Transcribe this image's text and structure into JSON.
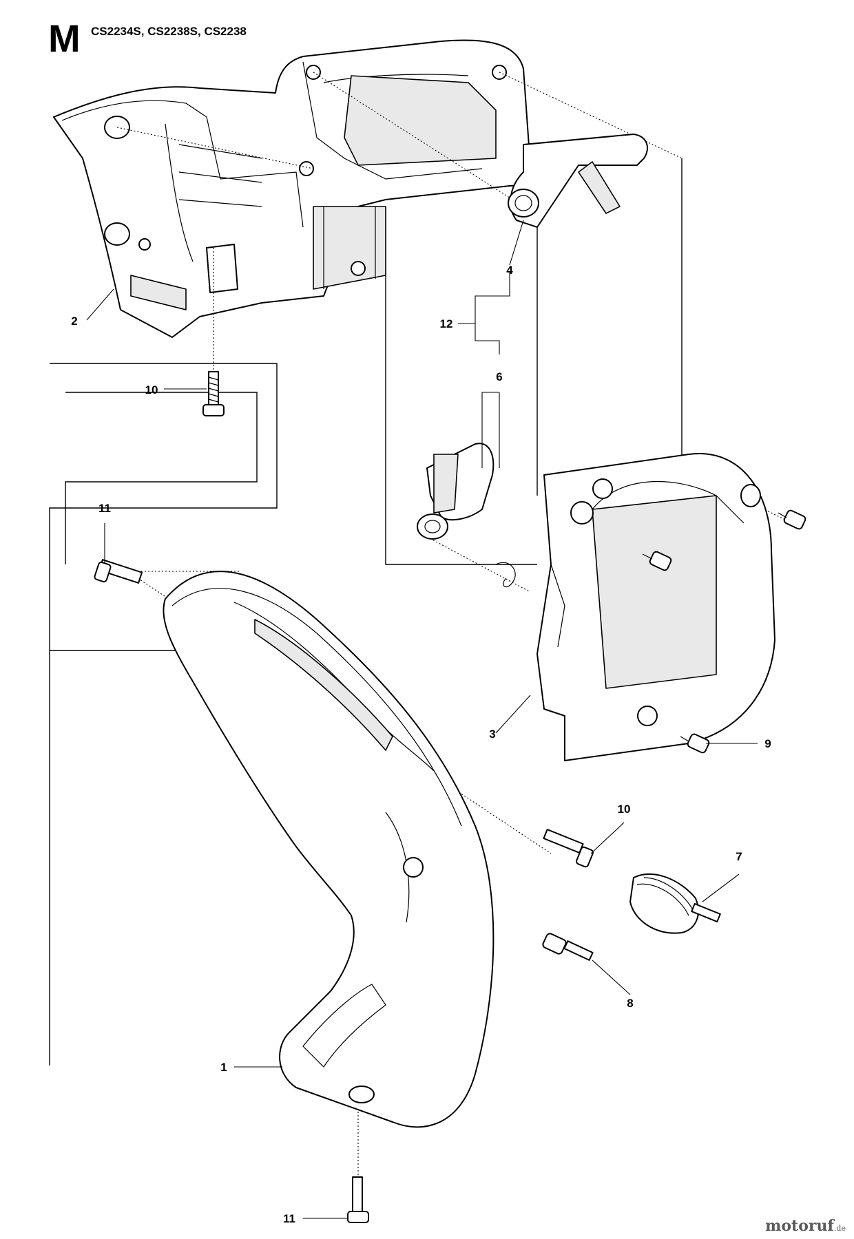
{
  "header": {
    "letter": "M",
    "models": "CS2234S, CS2238S, CS2238"
  },
  "callouts": [
    "1",
    "2",
    "3",
    "4",
    "6",
    "7",
    "8",
    "9",
    "10",
    "10",
    "11",
    "11",
    "12"
  ],
  "watermark": {
    "name": "motoruf",
    "suffix": ".de"
  },
  "colors": {
    "line": "#000000",
    "background": "#ffffff",
    "shade": "#e9e9e9",
    "watermark": "#5a5a5a"
  }
}
